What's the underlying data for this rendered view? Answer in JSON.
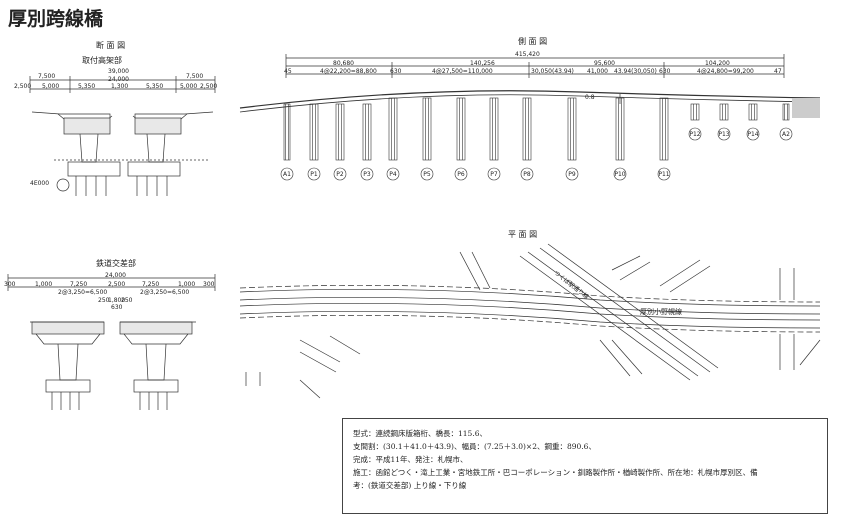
{
  "title": "厚別跨線橋",
  "section_view": {
    "label": "断 面 図",
    "sub_label_top": "取付高架部",
    "sub_label_bottom": "鉄道交差部",
    "top_dims": [
      "7,500",
      "39,000",
      "24,000",
      "7,500",
      "2,500",
      "5,000",
      "5,350",
      "1,300",
      "5,350",
      "5,000",
      "2,500"
    ],
    "top_scale_label": "4E000",
    "bottom_dims": [
      "24,000",
      "300",
      "1,000",
      "7,250",
      "2,500",
      "7,250",
      "1,000",
      "300",
      "2@3,250=6,500",
      "2@3,250=6,500",
      "250",
      "1,800",
      "250",
      "630"
    ]
  },
  "side_view": {
    "label": "側 面 図",
    "total_length": "415,420",
    "span_groups": [
      "80,680",
      "140,256",
      "95,600",
      "104,200"
    ],
    "span_details": [
      "45",
      "4@22,200=88,800",
      "630",
      "4@27,500=110,000",
      "30,050(43.94)",
      "41,000",
      "43.94(30,050)",
      "630",
      "4@24,800=99,200",
      "47"
    ],
    "mid_label": "0.8",
    "piers": [
      "A1",
      "P1",
      "P2",
      "P3",
      "P4",
      "P5",
      "P6",
      "P7",
      "P8",
      "P9",
      "P10",
      "P11",
      "P12",
      "P13",
      "P14",
      "A2"
    ]
  },
  "plan_view": {
    "label": "平 面 図",
    "road_label": "厚別小野幌線",
    "rail_label": "つくば駅通り線"
  },
  "notes": {
    "line1": "型式：連続鋼床版箱桁、橋長：115.6、",
    "line2": "支間割：(30.1＋41.0＋43.9)、幅員：(7.25＋3.0)×2、鋼重：890.6、",
    "line3": "完成：平成11年、発注：札幌市、",
    "line4": "施工：函館どつく・滝上工業・宮地鉄工所・巴コーポレーション・釧路製作所・楢崎製作所、所在地：札幌市厚別区、備",
    "line5": "考：(鉄道交差部) 上り線・下り線"
  }
}
